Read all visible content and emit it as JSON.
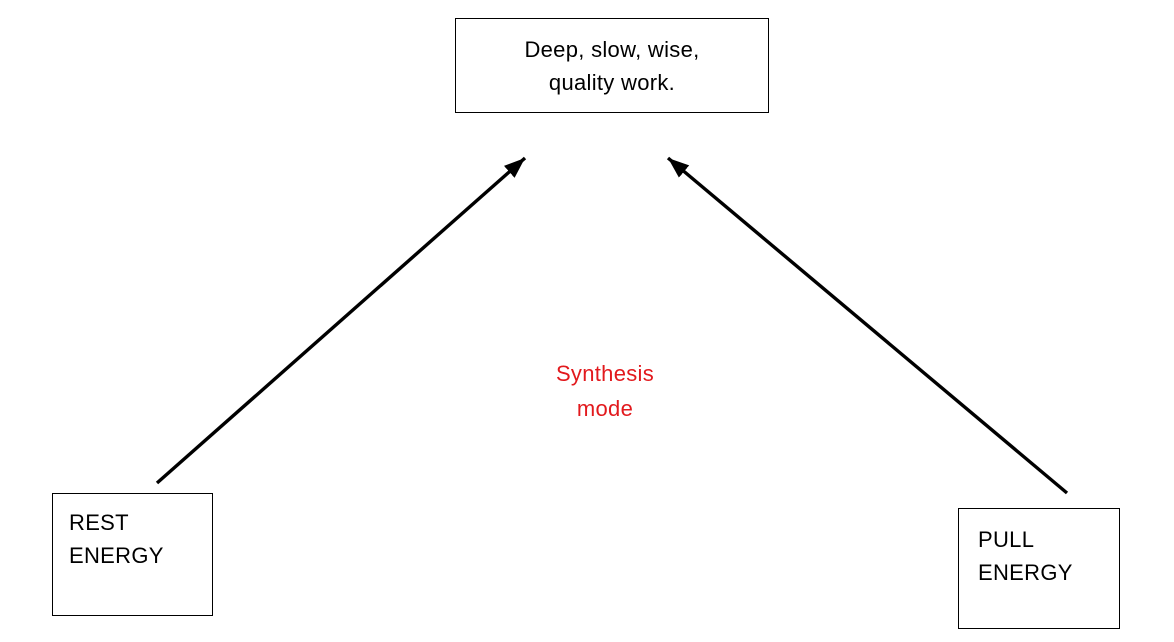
{
  "diagram": {
    "top_box": {
      "line1": "Deep, slow, wise,",
      "line2": "quality work."
    },
    "center_label": {
      "line1": "Synthesis",
      "line2": "mode"
    },
    "left_box": {
      "line1": "REST",
      "line2": "ENERGY"
    },
    "right_box": {
      "line1": "PULL",
      "line2": "ENERGY"
    },
    "arrows": [
      {
        "name": "rest-to-deep-work-arrow"
      },
      {
        "name": "pull-to-deep-work-arrow"
      }
    ]
  },
  "colors": {
    "accent_red": "#E2191D",
    "stroke_black": "#000000",
    "background": "#FFFFFF"
  }
}
